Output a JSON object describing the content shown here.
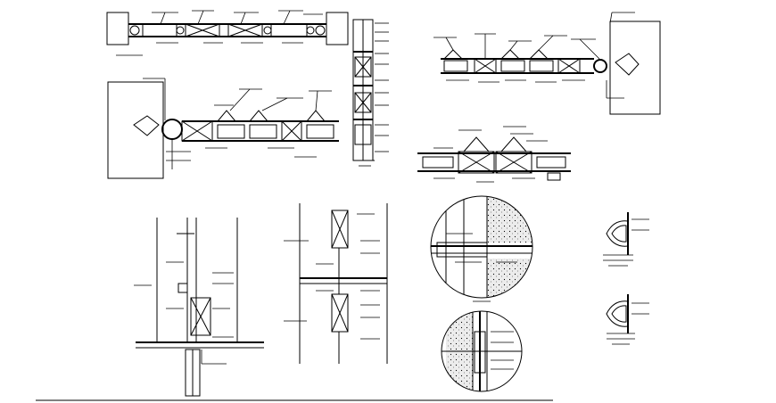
{
  "drawing": {
    "line_color": "#000000",
    "background": "#ffffff",
    "concrete_fill_color": "#e9e9e9"
  },
  "details": [
    {
      "id": "plan-top-left",
      "kind": "plan-section"
    },
    {
      "id": "plan-mid-left",
      "kind": "plan-section"
    },
    {
      "id": "elevation-vertical-strip",
      "kind": "vertical-section"
    },
    {
      "id": "plan-top-right",
      "kind": "plan-section"
    },
    {
      "id": "section-mid-right",
      "kind": "plan-section"
    },
    {
      "id": "vertical-section-left",
      "kind": "vertical-section"
    },
    {
      "id": "vertical-section-middle",
      "kind": "vertical-section"
    },
    {
      "id": "enlarged-detail-circle-top",
      "kind": "circular-detail"
    },
    {
      "id": "enlarged-detail-circle-bottom",
      "kind": "circular-detail"
    },
    {
      "id": "small-profile-detail-top",
      "kind": "profile"
    },
    {
      "id": "small-profile-detail-bottom",
      "kind": "profile"
    }
  ]
}
